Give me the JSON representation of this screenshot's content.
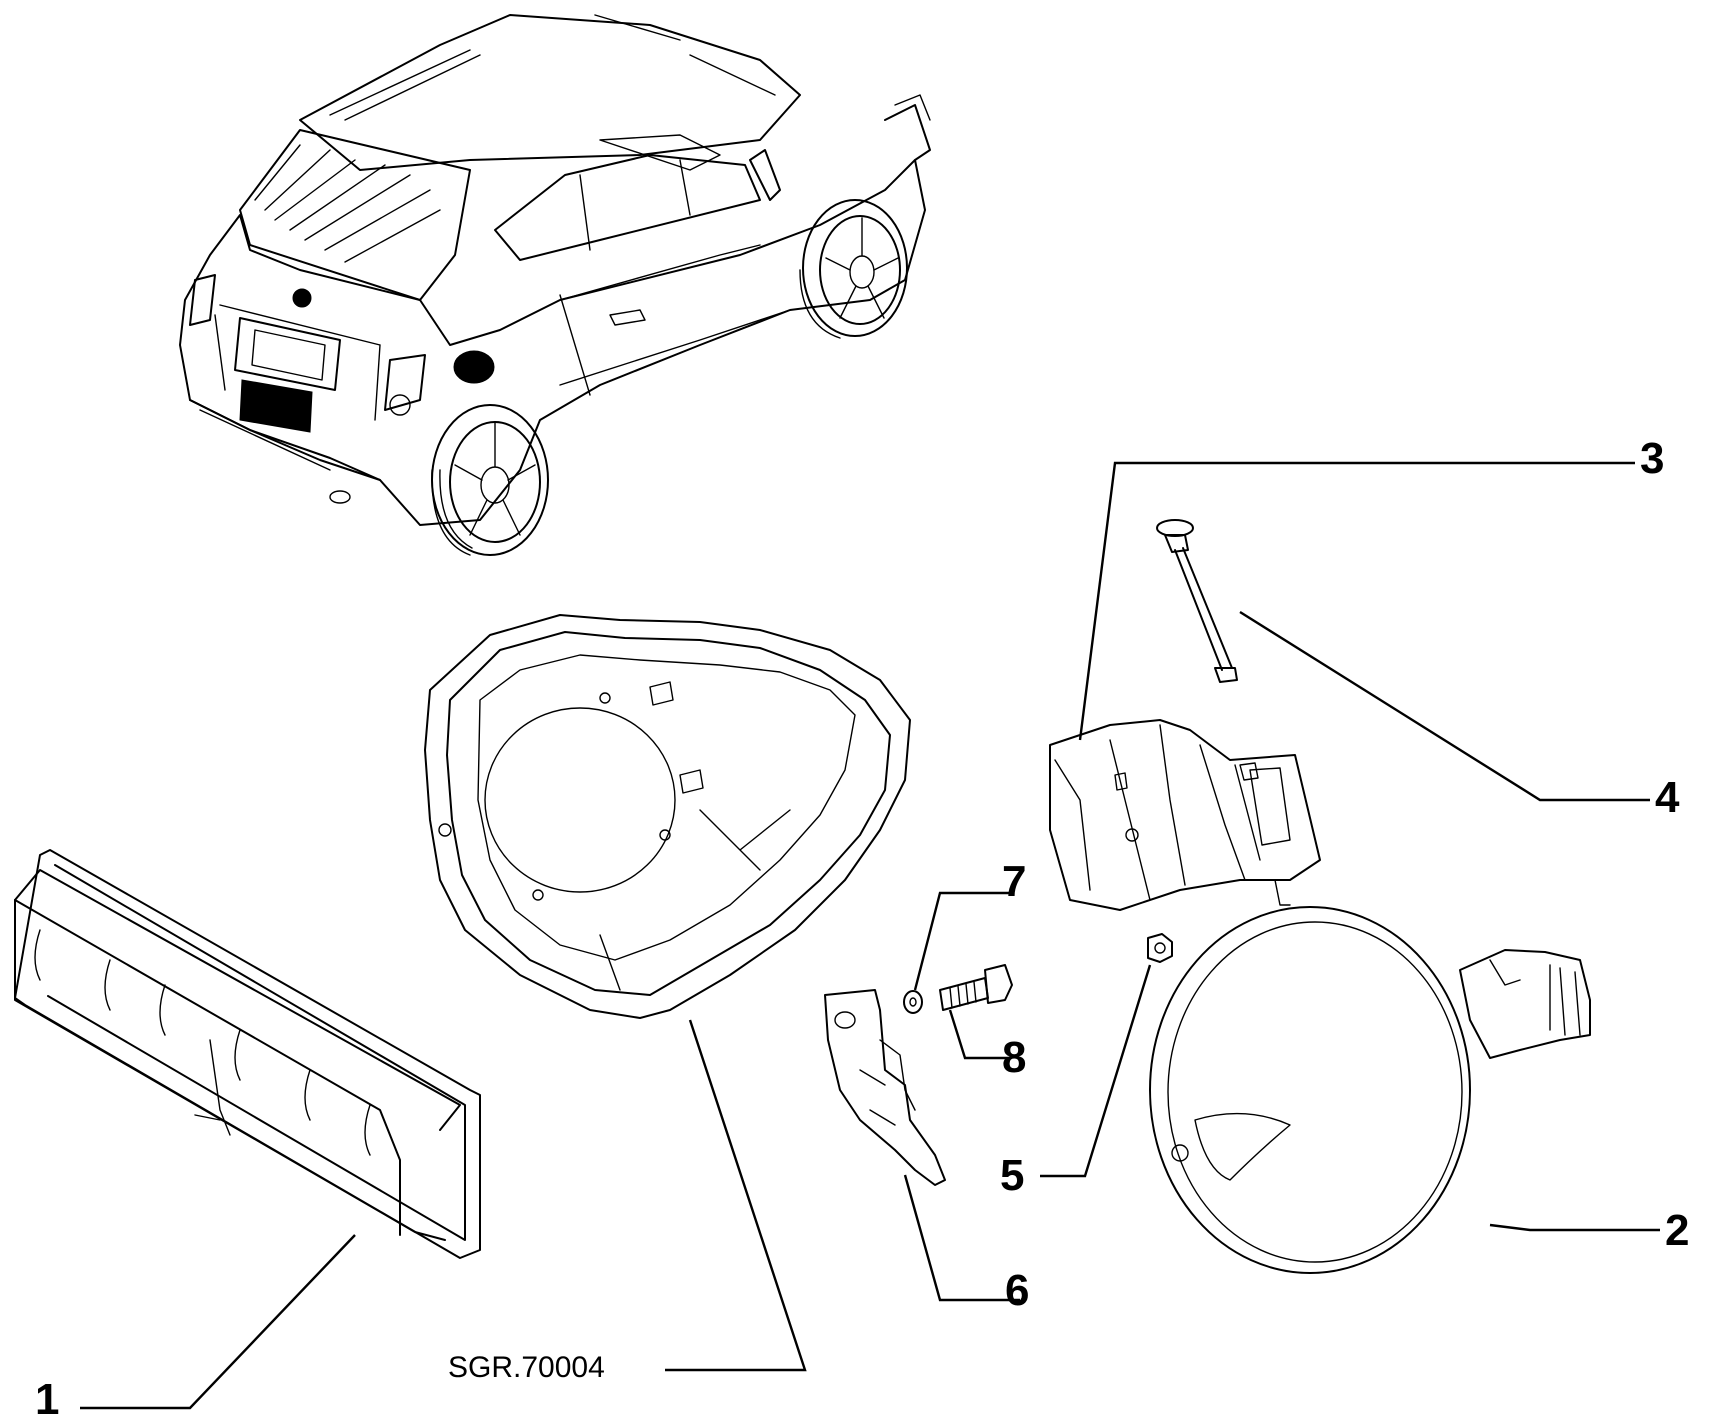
{
  "diagram": {
    "reference": "SGR.70004",
    "callouts": [
      {
        "id": "1",
        "label": "1"
      },
      {
        "id": "2",
        "label": "2"
      },
      {
        "id": "3",
        "label": "3"
      },
      {
        "id": "4",
        "label": "4"
      },
      {
        "id": "5",
        "label": "5"
      },
      {
        "id": "6",
        "label": "6"
      },
      {
        "id": "7",
        "label": "7"
      },
      {
        "id": "8",
        "label": "8"
      }
    ]
  }
}
